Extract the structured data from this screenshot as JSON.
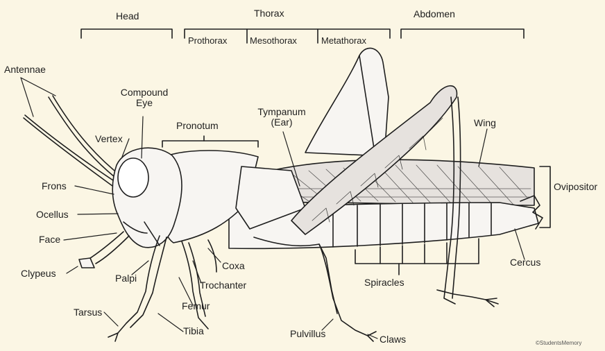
{
  "diagram": {
    "regions": {
      "head": "Head",
      "thorax": "Thorax",
      "prothorax": "Prothorax",
      "mesothorax": "Mesothorax",
      "metathorax": "Metathorax",
      "abdomen": "Abdomen"
    },
    "labels": {
      "antennae": "Antennae",
      "compound_eye": [
        "Compound",
        "Eye"
      ],
      "vertex": "Vertex",
      "frons": "Frons",
      "ocellus": "Ocellus",
      "face": "Face",
      "clypeus": "Clypeus",
      "palpi": "Palpi",
      "tarsus": "Tarsus",
      "tibia": "Tibia",
      "femur": "Femur",
      "trochanter": "Trochanter",
      "coxa": "Coxa",
      "pronotum": "Pronotum",
      "tympanum": [
        "Tympanum",
        "(Ear)"
      ],
      "wing": "Wing",
      "ovipositor": "Ovipositor",
      "cercus": "Cercus",
      "spiracles": "Spiracles",
      "pulvillus": "Pulvillus",
      "claws": "Claws"
    },
    "credit": "©StudentsMemory",
    "colors": {
      "background": "#fbf6e4",
      "line": "#1e1e1e",
      "body_fill": "#f7f5f2",
      "wing_fill": "#e6e2de"
    }
  }
}
